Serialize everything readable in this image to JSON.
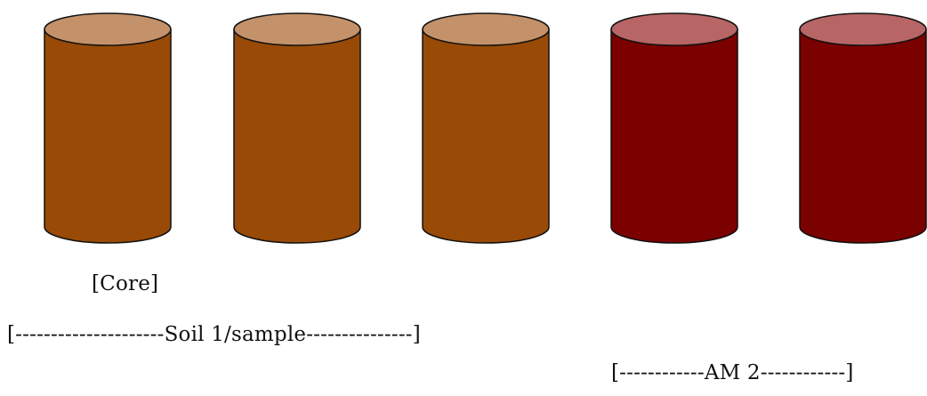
{
  "cylinders": [
    {
      "body_color": "#994a06",
      "top_color": "#c4926a",
      "group": "soil"
    },
    {
      "body_color": "#994a06",
      "top_color": "#c4926a",
      "group": "soil"
    },
    {
      "body_color": "#994a06",
      "top_color": "#c4926a",
      "group": "soil"
    },
    {
      "body_color": "#7b0000",
      "top_color": "#b86565",
      "group": "am"
    },
    {
      "body_color": "#7b0000",
      "top_color": "#b86565",
      "group": "am"
    }
  ],
  "outline_color": "#111111",
  "labels": {
    "core": "[Core]",
    "soil": "[---------------------Soil 1/sample---------------]",
    "am": "[------------AM 2------------]"
  }
}
